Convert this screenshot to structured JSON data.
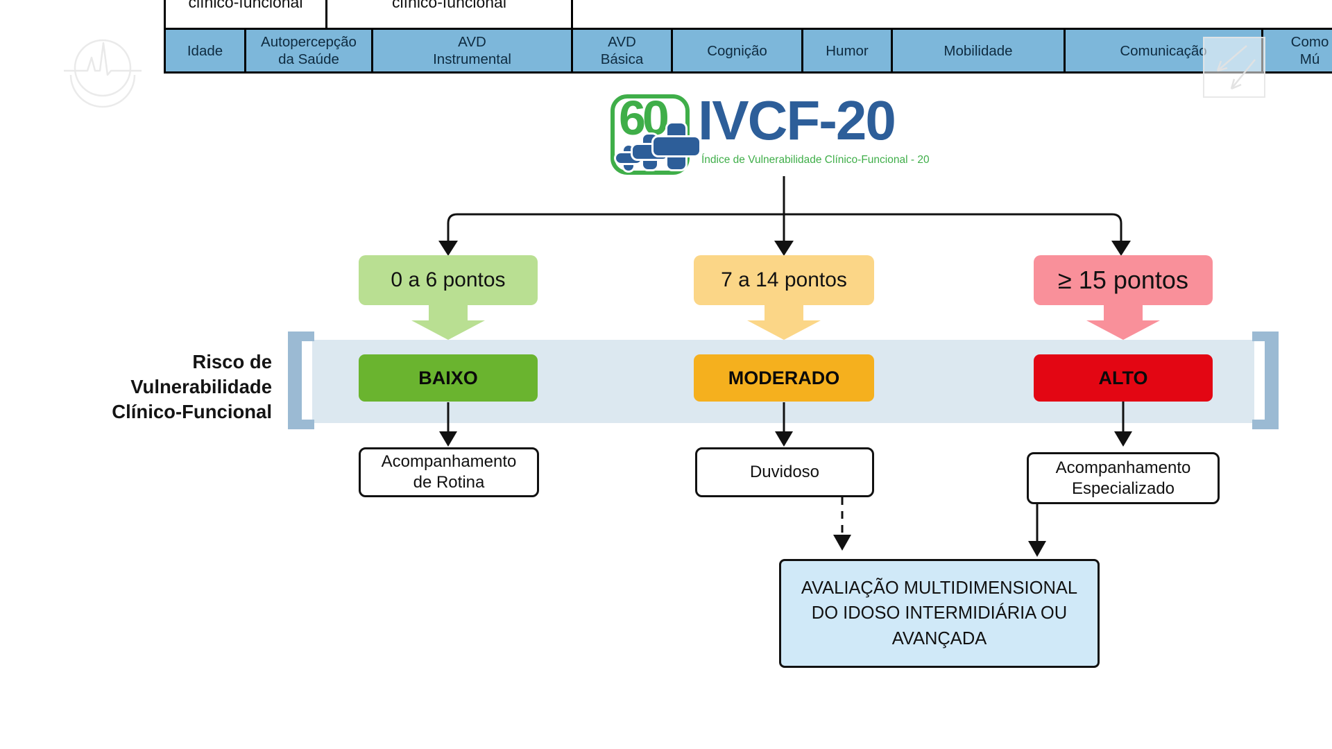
{
  "colors": {
    "header-blue": "#7db7da",
    "header-text": "#0e2b40",
    "line": "#111111",
    "score-low-bg": "#b9df92",
    "score-mod-bg": "#fbd687",
    "score-high-bg": "#f9909a",
    "risk-low-bg": "#6ab42f",
    "risk-mod-bg": "#f5b01e",
    "risk-high-bg": "#e30613",
    "band-bg": "#dce8f0",
    "bracket": "#9bbad3",
    "final-bg": "#d0e9f8",
    "logo-green": "#3fae49",
    "logo-blue": "#2d5e99"
  },
  "header_table": {
    "top_cells": [
      {
        "label": "clínico-funcional"
      },
      {
        "label": "clínico-funcional"
      },
      {
        "label": ""
      }
    ],
    "columns": [
      {
        "label": "Idade"
      },
      {
        "label": "Autopercepção\nda Saúde"
      },
      {
        "label": "AVD\nInstrumental"
      },
      {
        "label": "AVD\nBásica"
      },
      {
        "label": "Cognição"
      },
      {
        "label": "Humor"
      },
      {
        "label": "Mobilidade"
      },
      {
        "label": "Comunicação"
      },
      {
        "label": "Como\nMú"
      }
    ]
  },
  "logo": {
    "badge_number": "60",
    "title": "IVCF-20",
    "subtitle": "Índice de Vulnerabilidade Clínico-Funcional - 20"
  },
  "band": {
    "label": "Risco de\nVulnerabilidade\nClínico-Funcional"
  },
  "flow": {
    "scores": {
      "low": "0 a 6 pontos",
      "moderate": "7 a 14 pontos",
      "high": "≥ 15 pontos"
    },
    "risks": {
      "low": "BAIXO",
      "moderate": "MODERADO",
      "high": "ALTO"
    },
    "outcomes": {
      "low": "Acompanhamento\nde Rotina",
      "moderate": "Duvidoso",
      "high": "Acompanhamento\nEspecializado"
    },
    "final": "AVALIAÇÃO MULTIDIMENSIONAL\nDO IDOSO INTERMIDIÁRIA OU\nAVANÇADA"
  }
}
